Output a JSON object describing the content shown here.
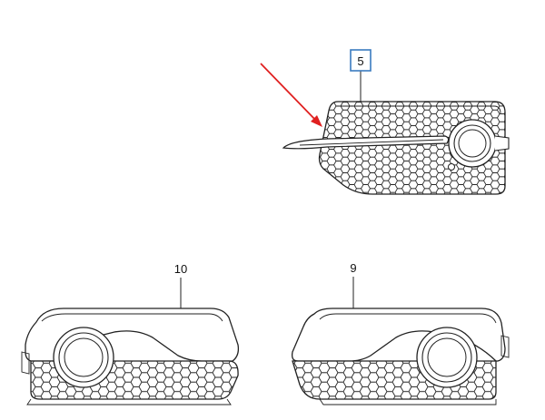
{
  "callouts": {
    "top_part": "5",
    "bottom_left_part": "10",
    "bottom_right_part": "9"
  },
  "colors": {
    "highlight_box": "#3a7bbf",
    "arrow": "#e02020",
    "line": "#222222"
  }
}
